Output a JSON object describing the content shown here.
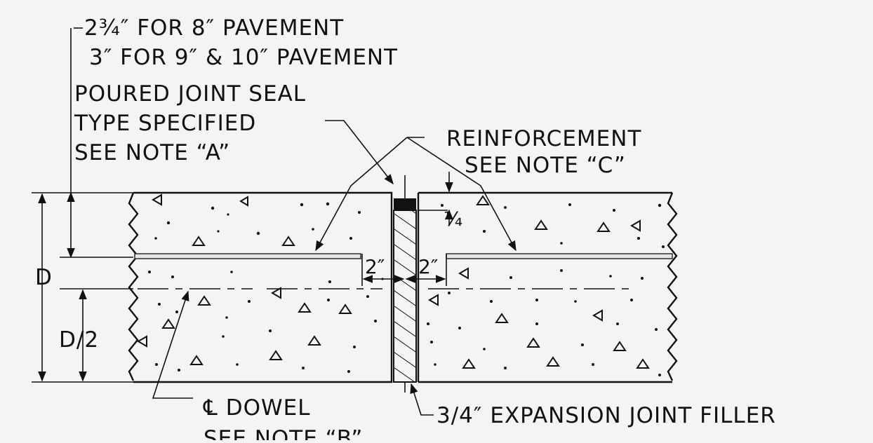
{
  "labels": {
    "thickness_8": "2¾″ FOR 8″ PAVEMENT",
    "thickness_9_10": "3″ FOR 9″ & 10″ PAVEMENT",
    "seal_line1": "POURED JOINT SEAL",
    "seal_line2": "TYPE SPECIFIED",
    "seal_line3": "SEE NOTE “A”",
    "reinforcement_line1": "REINFORCEMENT",
    "reinforcement_line2": "SEE NOTE “C”",
    "depth": "D",
    "half_depth": "D/2",
    "gap_left": "2″",
    "gap_right": "2″",
    "dowel_line1": "℄ DOWEL",
    "dowel_line2": "SEE NOTE “B”",
    "filler": "3/4″ EXPANSION JOINT FILLER"
  },
  "colors": {
    "ink": "#111111",
    "paper": "#f4f4f2"
  }
}
